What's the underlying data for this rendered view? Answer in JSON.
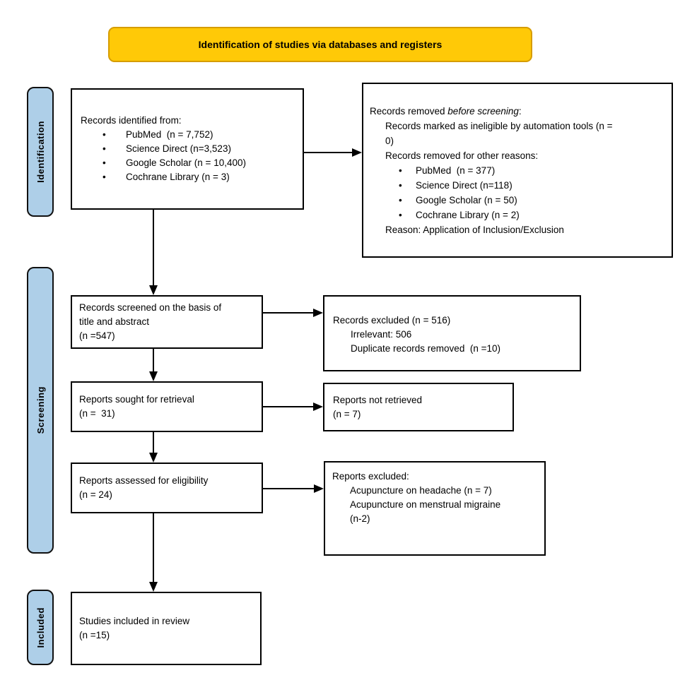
{
  "banner": {
    "title": "Identification of studies via databases and registers"
  },
  "sidebars": {
    "identification": "Identification",
    "screening": "Screening",
    "included": "Included"
  },
  "boxes": {
    "records_identified": {
      "title": "Records identified from:",
      "bullet": "•",
      "items": [
        "PubMed  (n = 7,752)",
        "Science Direct (n=3,523)",
        "Google Scholar (n = 10,400)",
        "Cochrane Library (n = 3)"
      ]
    },
    "records_removed": {
      "title_prefix": "Records removed ",
      "title_italic": "before screening",
      "title_suffix": ":",
      "automation_line1": "Records marked as ineligible by automation tools (n =",
      "automation_line2": "0)",
      "other_reasons": "Records removed for other reasons:",
      "bullet": "•",
      "items": [
        "PubMed  (n = 377)",
        "Science Direct (n=118)",
        "Google Scholar (n = 50)",
        "Cochrane Library (n = 2)"
      ],
      "reason": "Reason: Application of Inclusion/Exclusion"
    },
    "records_screened": {
      "lines": [
        "Records screened on the basis of",
        "title and abstract",
        "(n =547)"
      ]
    },
    "records_excluded": {
      "title": "Records excluded (n = 516)",
      "details": [
        "Irrelevant: 506",
        "Duplicate records removed  (n =10)"
      ]
    },
    "reports_sought": {
      "lines": [
        "Reports sought for retrieval",
        "(n =  31)"
      ]
    },
    "reports_not_retrieved": {
      "lines": [
        "Reports not retrieved",
        "(n = 7)"
      ]
    },
    "reports_assessed": {
      "lines": [
        "Reports assessed for eligibility",
        "(n = 24)"
      ]
    },
    "reports_excluded": {
      "title": "Reports excluded:",
      "details": [
        "Acupuncture on headache (n = 7)",
        "Acupuncture on menstrual migraine",
        "(n-2)"
      ]
    },
    "studies_included": {
      "lines": [
        "Studies included in review",
        "(n =15)"
      ]
    }
  },
  "colors": {
    "banner_fill": "#FFC907",
    "banner_border": "#D69C00",
    "sidebar_fill": "#AECFE8",
    "box_border": "#000000",
    "arrow": "#000000"
  }
}
